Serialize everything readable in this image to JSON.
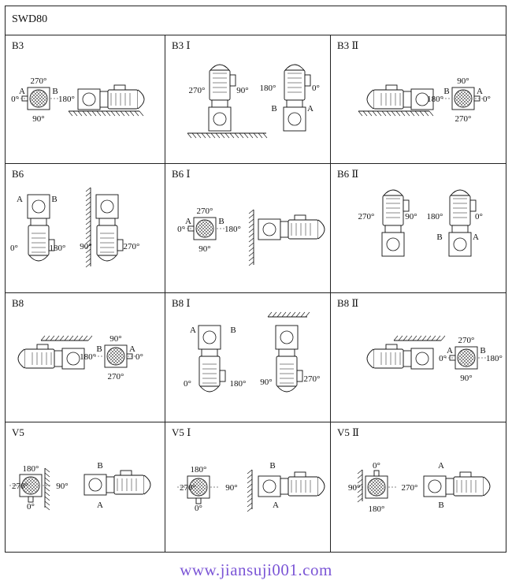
{
  "title": "SWD80",
  "website": "www.jiansuji001.com",
  "cells": [
    {
      "id": "b3",
      "label": "B3",
      "left": "A",
      "right": "B",
      "top": "270°",
      "bottom": "90°",
      "l_angle": "0°",
      "r_angle": "180°"
    },
    {
      "id": "b3-1",
      "label": "B3 Ⅰ",
      "left_angle": "270°",
      "right_angle": "90°",
      "a_angle": "180°",
      "b_angle": "0°",
      "a": "A",
      "b": "B"
    },
    {
      "id": "b3-2",
      "label": "B3 Ⅱ",
      "left": "B",
      "right": "A",
      "top": "90°",
      "bottom": "270°",
      "l_angle": "180°",
      "r_angle": "0°"
    },
    {
      "id": "b6",
      "label": "B6",
      "a": "A",
      "b": "B",
      "d1": "0°",
      "d2": "180°",
      "d3": "90°",
      "d4": "270°"
    },
    {
      "id": "b6-1",
      "label": "B6 Ⅰ",
      "left": "A",
      "right": "B",
      "top": "270°",
      "bottom": "90°",
      "l_angle": "0°",
      "r_angle": "180°"
    },
    {
      "id": "b6-2",
      "label": "B6 Ⅱ",
      "d1": "270°",
      "d2": "90°",
      "d3": "180°",
      "d4": "0°",
      "a": "A",
      "b": "B"
    },
    {
      "id": "b8",
      "label": "B8",
      "left": "B",
      "right": "A",
      "top": "90°",
      "bottom": "270°",
      "l_angle": "180°",
      "r_angle": "0°"
    },
    {
      "id": "b8-1",
      "label": "B8 Ⅰ",
      "a": "A",
      "b": "B",
      "d1": "0°",
      "d2": "180°",
      "d3": "90°",
      "d4": "270°"
    },
    {
      "id": "b8-2",
      "label": "B8 Ⅱ",
      "left": "A",
      "right": "B",
      "top": "270°",
      "bottom": "90°",
      "l_angle": "0°",
      "r_angle": "180°"
    },
    {
      "id": "v5",
      "label": "V5",
      "top": "180°",
      "left": "270°",
      "right": "90°",
      "bottom": "0°",
      "b": "B",
      "a": "A"
    },
    {
      "id": "v5-1",
      "label": "V5 Ⅰ",
      "top": "180°",
      "left": "270°",
      "right": "90°",
      "bottom": "0°",
      "b": "B",
      "a": "A"
    },
    {
      "id": "v5-2",
      "label": "V5 Ⅱ",
      "top": "0°",
      "left": "90°",
      "right": "270°",
      "bottom": "180°",
      "a": "A",
      "b": "B"
    }
  ]
}
